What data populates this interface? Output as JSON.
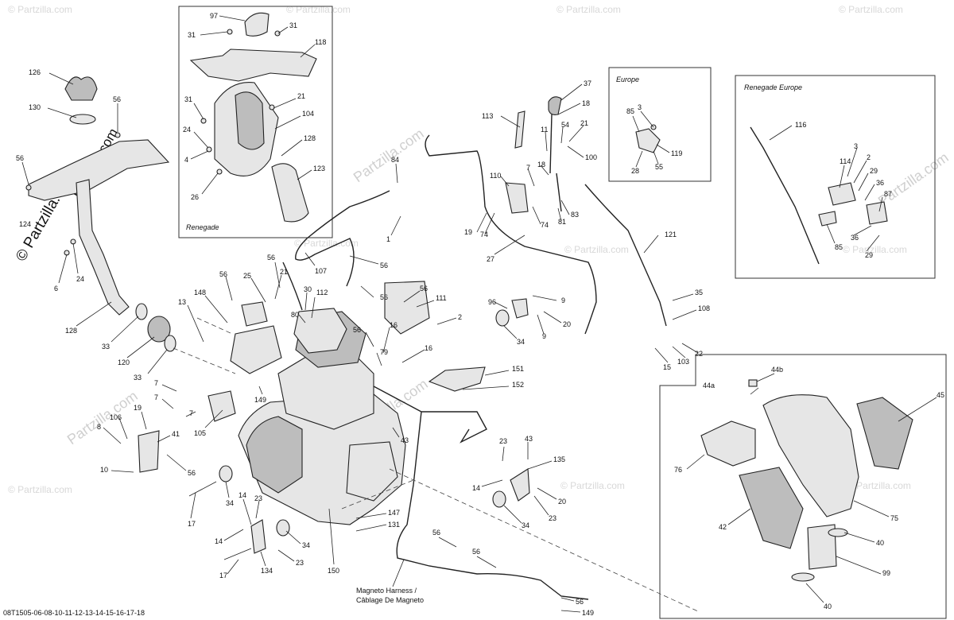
{
  "watermark": {
    "brand": "© Partzilla.com",
    "url": "Partzilla.com"
  },
  "insets": {
    "renegade": "Renegade",
    "europe": "Europe",
    "renegade_europe": "Renegade Europe"
  },
  "harness_label": {
    "line1": "Magneto Harness /",
    "line2": "Câblage De Magneto"
  },
  "footer_code": "08T1505-06-08-10-11-12-13-14-15-16-17-18",
  "callouts": {
    "c97": "97",
    "c31a": "31",
    "c31b": "31",
    "c118": "118",
    "c31c": "31",
    "c21a": "21",
    "c104": "104",
    "c24a": "24",
    "c4": "4",
    "c128a": "128",
    "c123": "123",
    "c26": "26",
    "c126": "126",
    "c130": "130",
    "c56a": "56",
    "c56b": "56",
    "c124": "124",
    "c6": "6",
    "c24b": "24",
    "c128b": "128",
    "c33a": "33",
    "c120": "120",
    "c33b": "33",
    "c84": "84",
    "c1": "1",
    "c107": "107",
    "c56c": "56",
    "c56d": "56",
    "c25": "25",
    "c21b": "21",
    "c56e": "56",
    "c30": "30",
    "c112": "112",
    "c80": "80",
    "c148": "148",
    "c13": "13",
    "c56f": "56",
    "c56g": "56",
    "c111": "111",
    "c56h": "56",
    "c16a": "16",
    "c2": "2",
    "c79": "79",
    "c16b": "16",
    "c96": "96",
    "c9a": "9",
    "c20a": "20",
    "c9b": "9",
    "c34a": "34",
    "c151": "151",
    "c152": "152",
    "c7a": "7",
    "c7b": "7",
    "c7c": "7",
    "c149a": "149",
    "c106": "106",
    "c19": "19",
    "c8": "8",
    "c41": "41",
    "c105": "105",
    "c10": "10",
    "c56i": "56",
    "c17a": "17",
    "c34b": "34",
    "c43": "43",
    "c23a": "23",
    "c135": "135",
    "c14a": "14",
    "c20b": "20",
    "c23b": "23",
    "c34c": "34",
    "c14b": "14",
    "c23c": "23",
    "c14c": "14",
    "c34d": "34",
    "c17b": "17",
    "c134": "134",
    "c23d": "23",
    "c150": "150",
    "c147": "147",
    "c131": "131",
    "c56j": "56",
    "c56k": "56",
    "c56l": "56",
    "c149b": "149",
    "c113": "113",
    "c37": "37",
    "c18a": "18",
    "c11": "11",
    "c54": "54",
    "c21c": "21",
    "c100": "100",
    "c18b": "18",
    "c7d": "7",
    "c110": "110",
    "c19b": "19",
    "c74a": "74",
    "c74b": "74",
    "c81": "81",
    "c83": "83",
    "c27": "27",
    "c85a": "85",
    "c3a": "3",
    "c119": "119",
    "c28": "28",
    "c55": "55",
    "c116": "116",
    "c3b": "3",
    "c2b": "2",
    "c114": "114",
    "c29a": "29",
    "c36a": "36",
    "c87": "87",
    "c85b": "85",
    "c36b": "36",
    "c29b": "29",
    "c121": "121",
    "c35": "35",
    "c108": "108",
    "c22": "22",
    "c15": "15",
    "c103": "103",
    "c44b": "44b",
    "c44a": "44a",
    "c45": "45",
    "c76": "76",
    "c75": "75",
    "c42": "42",
    "c40a": "40",
    "c99": "99",
    "c40b": "40"
  }
}
